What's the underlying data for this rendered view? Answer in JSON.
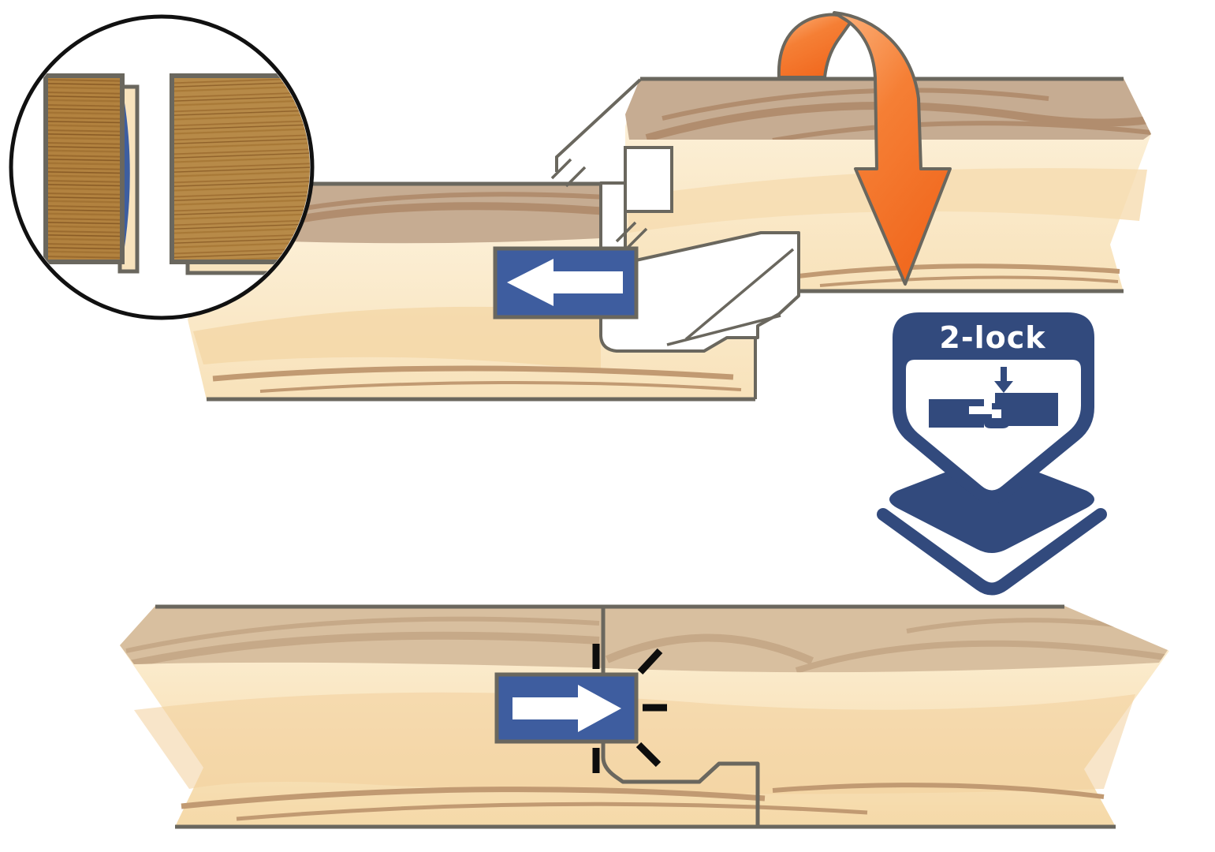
{
  "badge": {
    "label": "2-lock"
  },
  "icons": {
    "inset": "joint-closeup-magnifier",
    "arrow_top": "slide-left-arrow-icon",
    "arrow_fold": "fold-down-orange-arrow-icon",
    "arrow_bottom": "slide-right-arrow-icon",
    "click": "click-burst-icon",
    "badge_shape": "2lock-shield-badge",
    "badge_diagram": "interlock-profile-icon",
    "panel": "floor-panel-diamond-icon"
  },
  "colors": {
    "navy": "#324a7d",
    "blue": "#3e5d9f",
    "orange": "#f1691f",
    "orange_light": "#fcb27c",
    "outline_gray": "#6a675e",
    "tan_top": "#c6ac92",
    "tan_grain": "#b18d6e",
    "tan_bottom": "#d8bf9f",
    "tan_bottom_grain": "#c6a988",
    "body_cream_light": "#fdf3de",
    "body_cream_dark": "#f6dcae",
    "streak_brown": "#c19a72",
    "oak_photo": "#b2823f",
    "circle_border": "#111111",
    "background": "#ffffff"
  }
}
